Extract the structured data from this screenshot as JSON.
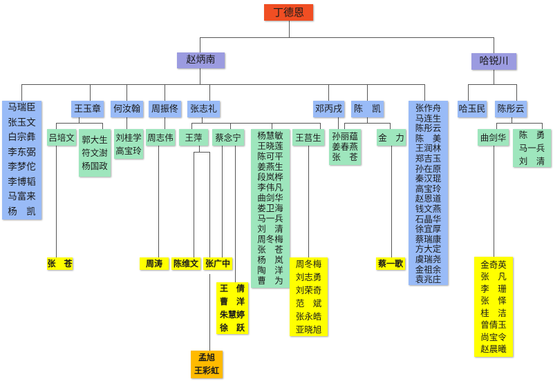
{
  "chart_data": {
    "type": "table",
    "title": "丁德恩",
    "description": "Lineage / organization tree"
  },
  "root": {
    "name": "丁德恩",
    "color": "#f04e23"
  },
  "level1": [
    {
      "name": "赵炳南",
      "color": "#9b9be0"
    },
    {
      "name": "哈锐川",
      "color": "#9b9be0"
    }
  ],
  "zhao": {
    "list_group": [
      "马瑞臣",
      "张玉文",
      "白宗彝",
      "李东弼",
      "李梦佗",
      "李博韬",
      "马富来",
      "杨　凯"
    ],
    "wang_yuzhang": {
      "name": "王玉章",
      "children": [
        {
          "names": [
            "吕培文"
          ],
          "children": [
            {
              "names": [
                "张　苍"
              ]
            }
          ]
        },
        {
          "names": [
            "郭大生",
            "符文澍",
            "杨国政"
          ]
        }
      ]
    },
    "he_ruhan": {
      "name": "何汝翰",
      "children": [
        {
          "names": [
            "刘桂学",
            "高宝玲"
          ]
        }
      ]
    },
    "zhou_zhentong": {
      "name": "周振佟",
      "children": [
        {
          "names": [
            "周志伟"
          ],
          "children": [
            {
              "names": [
                "周涛"
              ]
            }
          ]
        }
      ]
    },
    "zhang_zhili": {
      "name": "张志礼",
      "children": [
        {
          "names": [
            "王萍"
          ]
        },
        {
          "names": [
            "蔡念宁"
          ]
        },
        {
          "names": [
            "杨慧敏",
            "王晓莲",
            "陈可平",
            "姜燕生",
            "段岚桦",
            "李伟凡",
            "曲剑华",
            "娄卫海",
            "马一兵",
            "刘　清",
            "周冬梅",
            "张　苍",
            "杨　岚",
            "陶　洋",
            "曹　为"
          ]
        },
        {
          "names": [
            "王莒生"
          ],
          "children": [
            {
              "names": [
                "周冬梅",
                "刘志勇",
                "刘荣奇",
                "范　斌",
                "张永皓",
                "亚晓旭"
              ]
            }
          ]
        }
      ],
      "grand": {
        "chen_weiwen": [
          "陈维文"
        ],
        "zhang_guangzhong": [
          "张广中"
        ],
        "cai_group": [
          "王　倩",
          "曹　洋",
          "朱慧婷",
          "徐　跃"
        ],
        "orange": [
          "孟旭",
          "王彩虹"
        ]
      }
    },
    "deng_bingxu": {
      "name": "邓丙戌"
    },
    "chen_kai": {
      "name": "陈　凯"
    },
    "shared_group": [
      "孙丽蕴",
      "姜春燕",
      "张　苍"
    ],
    "jin_li": {
      "names": [
        "金　力"
      ],
      "children": [
        {
          "names": [
            "蔡一歌"
          ]
        }
      ]
    },
    "big_list": [
      "张作舟",
      "马连生",
      "陈彤云",
      "陈　美",
      "王润林",
      "郑吉玉",
      "孙在原",
      "秦汉琨",
      "高宝玲",
      "赵恩道",
      "钱文燕",
      "石晶华",
      "徐宜厚",
      "蔡瑞康",
      "方大定",
      "虞瑞尧",
      "金祖余",
      "袁兆庄"
    ]
  },
  "ha": {
    "ha_yumin": {
      "name": "哈玉民"
    },
    "chen_tongyun": {
      "name": "陈彤云",
      "children": [
        {
          "names": [
            "曲剑华"
          ],
          "children": [
            {
              "names": [
                "金奇英",
                "张　凡",
                "李　珊",
                "张　怿",
                "桂　洁",
                "曾倩玉",
                "尚宝令",
                "赵晨曦"
              ]
            }
          ]
        },
        {
          "names": [
            "陈　勇",
            "马一兵",
            "刘　清"
          ]
        }
      ]
    }
  },
  "colors": {
    "level2": "#99bbf7",
    "level3": "#9ee6bd",
    "level4": "#ffff00",
    "level5": "#ffba00",
    "line": "#555555"
  }
}
